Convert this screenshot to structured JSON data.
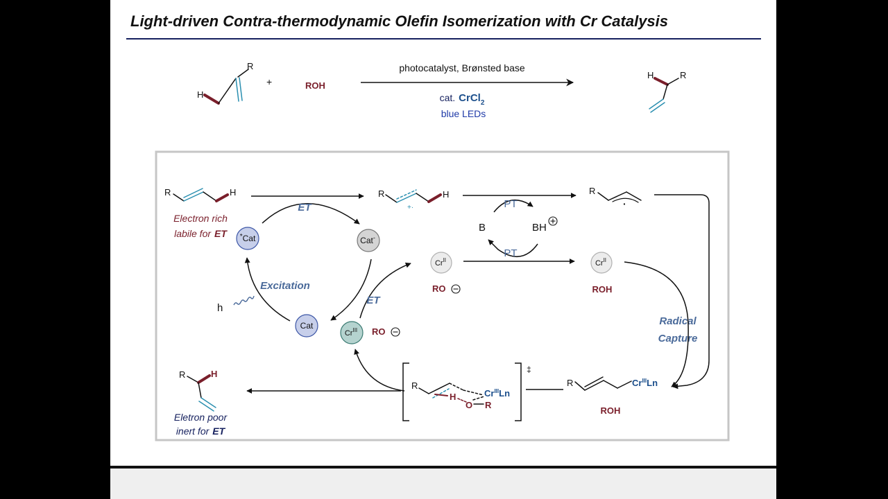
{
  "title": "Light-driven Contra-thermodynamic Olefin Isomerization with Cr Catalysis",
  "top_reaction": {
    "plus": "+",
    "reagent": "ROH",
    "conditions_line1": "photocatalyst, Brønsted base",
    "cat_prefix": "cat.",
    "catalyst": "CrCl",
    "catalyst_subscript": "2",
    "light": "blue LEDs",
    "substrate_R": "R",
    "substrate_H": "H",
    "product_H": "H",
    "product_R": "R"
  },
  "mechanism": {
    "substrate": {
      "R": "R",
      "H": "H"
    },
    "substrate_note_line1": "Electron rich",
    "substrate_note_line2_prefix": "labile for",
    "substrate_note_line2_bold": "ET",
    "radical_cation": {
      "R": "R",
      "H": "H",
      "charge": "+·"
    },
    "allyl_radical": {
      "R": "R",
      "radical_dot": "·"
    },
    "pt_top": "PT",
    "pt_bottom": "PT",
    "base": "B",
    "conj_acid": "BH",
    "et_top": "ET",
    "et_right": "ET",
    "excitation": "Excitation",
    "light_symbol": "h",
    "cat_excited_star": "*",
    "cat_excited": "Cat",
    "cat_reduced": "Cat",
    "cat_reduced_charge": "-",
    "cat_ground": "Cat",
    "cr_left": {
      "label": "Cr",
      "ox": "II"
    },
    "cr_right": {
      "label": "Cr",
      "ox": "II"
    },
    "cr_iii": {
      "label": "Cr",
      "ox": "III"
    },
    "ro_minus_top": "RO",
    "ro_minus_bottom": "RO",
    "roh_right": "ROH",
    "radical_capture_line1": "Radical",
    "radical_capture_line2": "Capture",
    "allyl_cr": {
      "R": "R",
      "cr": "Cr",
      "ox": "III",
      "ligand": "Ln"
    },
    "roh_bottom": "ROH",
    "ts": {
      "R": "R",
      "H": "H",
      "O": "O",
      "R2": "R",
      "cr": "Cr",
      "ox": "III",
      "ligand": "Ln",
      "dagger": "‡"
    },
    "product": {
      "R": "R",
      "H": "H"
    },
    "product_note_line1": "Eletron poor",
    "product_note_line2_prefix": "inert for",
    "product_note_line2_bold": "ET"
  },
  "colors": {
    "maroon": "#7a1f2b",
    "teal": "#2a8fb0",
    "navy": "#15205e",
    "slate_blue": "#4a6a9a",
    "cat_fill": "#c7cfea",
    "cr_iii_fill": "#b5d3cf",
    "grey_fill": "#d4d4d4"
  }
}
